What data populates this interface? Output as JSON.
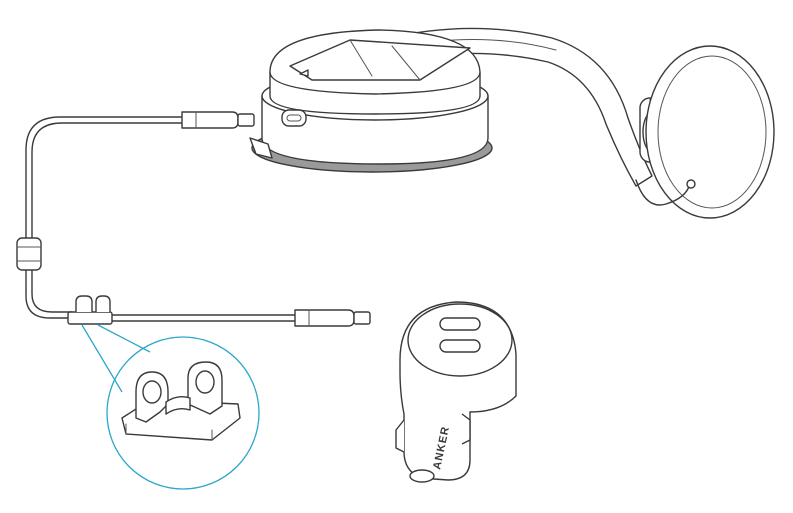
{
  "charger": {
    "brand": "ANKER"
  },
  "colors": {
    "line": "#3a3a3a",
    "callout": "#2aa7c9",
    "pad": "#9a9a9a"
  },
  "icons": [
    "car-mount",
    "usb-c-cable",
    "cable-clip",
    "car-charger"
  ]
}
